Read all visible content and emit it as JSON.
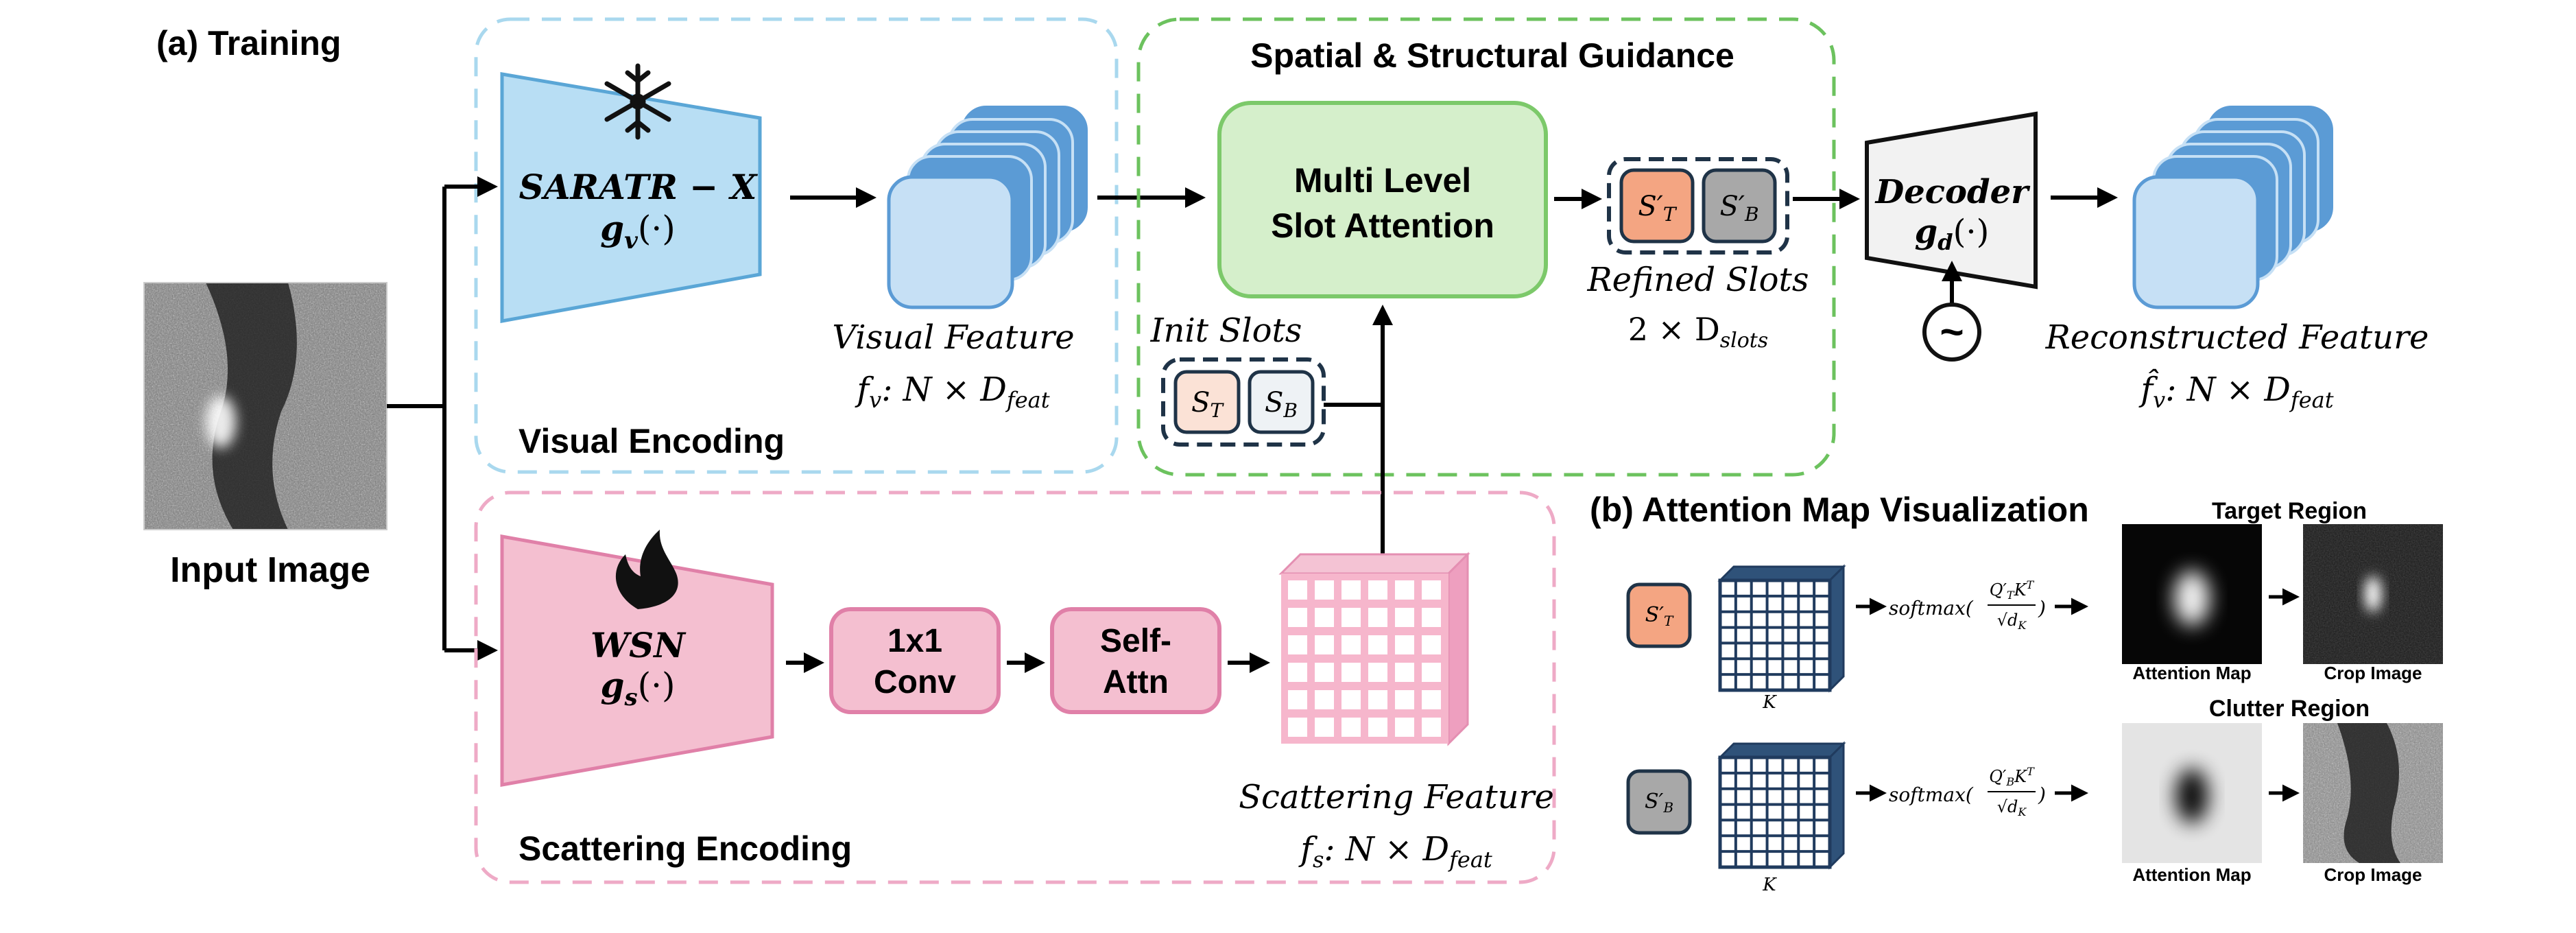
{
  "training": {
    "title": "(a) Training",
    "input_label": "Input Image",
    "visual_encoding": {
      "label": "Visual Encoding",
      "encoder_name": "SARATR − X",
      "encoder_fn_base": "g",
      "encoder_fn_sub": "v",
      "encoder_fn_args": "(·)",
      "feature_title": "Visual Feature",
      "feature_sym_base": "f",
      "feature_sym_sub": "v",
      "feature_dim_prefix": ": N × D",
      "feature_dim_sub": "feat"
    },
    "guidance": {
      "label": "Spatial & Structural Guidance",
      "slot_attention_line1": "Multi Level",
      "slot_attention_line2": "Slot Attention",
      "init_slots_label": "Init Slots",
      "init_slot_t_base": "S",
      "init_slot_t_sub": "T",
      "init_slot_b_base": "S",
      "init_slot_b_sub": "B",
      "refined_slot_t_base": "S′",
      "refined_slot_t_sub": "T",
      "refined_slot_b_base": "S′",
      "refined_slot_b_sub": "B",
      "refined_label": "Refined Slots",
      "refined_dim_prefix": "2 × D",
      "refined_dim_sub": "slots"
    },
    "decoder": {
      "name": "Decoder",
      "fn_base": "g",
      "fn_sub": "d",
      "fn_args": "(·)",
      "noise_symbol": "~",
      "feature_title": "Reconstructed Feature",
      "feature_sym_base": "f̂",
      "feature_sym_sub": "v",
      "feature_dim_prefix": ": N × D",
      "feature_dim_sub": "feat"
    },
    "scattering_encoding": {
      "label": "Scattering Encoding",
      "encoder_name": "WSN",
      "encoder_fn_base": "g",
      "encoder_fn_sub": "s",
      "encoder_fn_args": "(·)",
      "conv_line1": "1x1",
      "conv_line2": "Conv",
      "attn_line1": "Self-",
      "attn_line2": "Attn",
      "feature_title": "Scattering Feature",
      "feature_sym_base": "f",
      "feature_sym_sub": "s",
      "feature_dim_prefix": ": N × D",
      "feature_dim_sub": "feat"
    }
  },
  "attention_vis": {
    "title": "(b) Attention Map Visualization",
    "target_region_label": "Target Region",
    "clutter_region_label": "Clutter Region",
    "key_label": "K",
    "softmax_prefix": "softmax(",
    "softmax_num_t": "Q′",
    "softmax_num_t_sub": "T",
    "softmax_num_b": "Q′",
    "softmax_num_b_sub": "B",
    "softmax_num_suffix": "K",
    "softmax_num_sup": "T",
    "softmax_den": "√d",
    "softmax_den_sub": "K",
    "softmax_suffix": ")",
    "attention_map_label": "Attention Map",
    "crop_image_label": "Crop Image",
    "slot_t_base": "S′",
    "slot_t_sub": "T",
    "slot_b_base": "S′",
    "slot_b_sub": "B"
  },
  "colors": {
    "visual_box_border": "#a9d8ee",
    "visual_encoder_fill": "#b8def4",
    "visual_encoder_stroke": "#5aa6d6",
    "feature_front_fill": "#c6e0f5",
    "feature_back_fill": "#5b9bd5",
    "guidance_border": "#6cc25e",
    "slot_attention_fill": "#d5efcb",
    "slot_attention_stroke": "#7cc96a",
    "scatter_box_border": "#eeaac6",
    "scatter_fill": "#f4bfd0",
    "scatter_stroke": "#e080a8",
    "slot_t_fill": "#f4a582",
    "slot_b_fill": "#a8a8a8",
    "init_t_fill": "#fbe2d6",
    "init_b_fill": "#eef2f5",
    "dashed_navy": "#1f3347",
    "key_grid": "#203b5e"
  }
}
